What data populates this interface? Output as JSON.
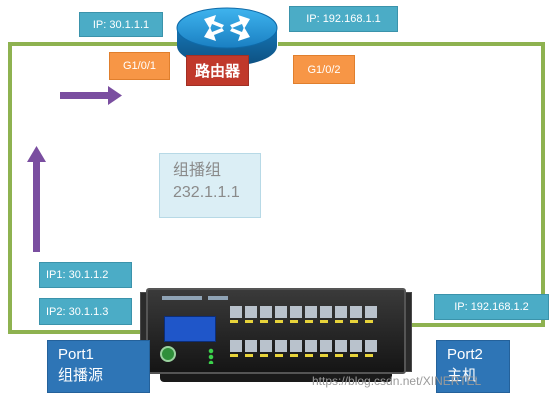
{
  "router": {
    "name": "路由器",
    "ip_left": "IP: 30.1.1.1",
    "ip_right": "IP: 192.168.1.1",
    "if_left": "G1/0/1",
    "if_right": "G1/0/2"
  },
  "multicast_group": {
    "title": "组播组",
    "address": "232.1.1.1"
  },
  "tester": {
    "ip1": "IP1: 30.1.1.2",
    "ip2": "IP2: 30.1.1.3",
    "ip_right": "IP: 192.168.1.2"
  },
  "ports": {
    "port1": {
      "name": "Port1",
      "role": "组播源"
    },
    "port2": {
      "name": "Port2",
      "role": "主机"
    }
  },
  "watermark": "https://blog.csdn.net/XINERTEL",
  "colors": {
    "link": "#8eb250",
    "arrow": "#7a4ea0",
    "ip_label": "#4bacc6",
    "interface_label": "#f79646",
    "router_label": "#c0392b",
    "port_label": "#2e75b6",
    "router_body": "#1f8fd0"
  }
}
